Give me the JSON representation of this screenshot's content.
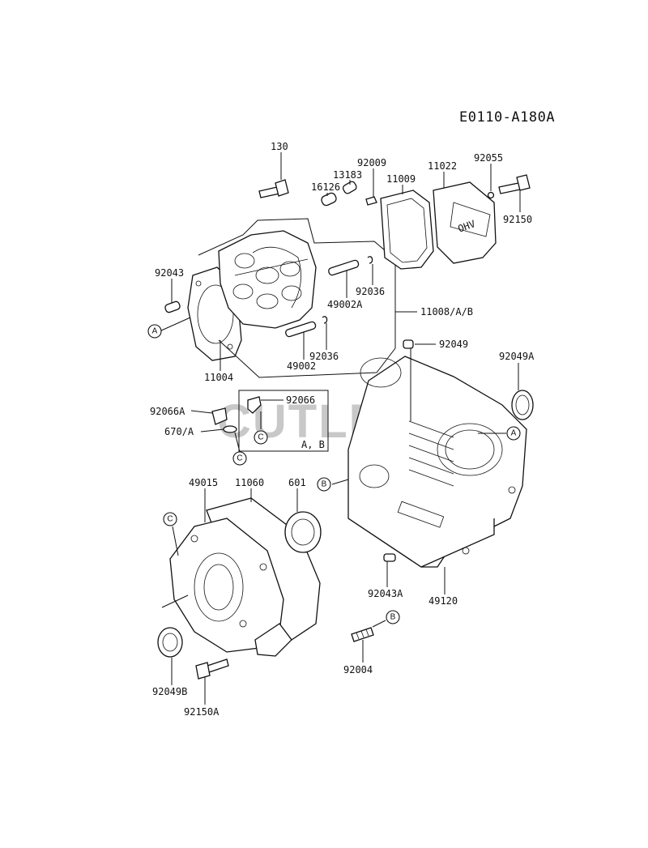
{
  "diagram_code": "E0110-A180A",
  "watermark": "CUTLER",
  "callouts": {
    "A": "A",
    "B": "B",
    "C": "C"
  },
  "parts": {
    "p130": "130",
    "p92009": "92009",
    "p13183": "13183",
    "p16126": "16126",
    "p11009": "11009",
    "p11022": "11022",
    "p92055": "92055",
    "p92150": "92150",
    "p92043": "92043",
    "p92036a": "92036",
    "p49002A": "49002A",
    "p11008AB": "11008/A/B",
    "p92036b": "92036",
    "p49002": "49002",
    "p11004": "11004",
    "p92049": "92049",
    "p92049A": "92049A",
    "p92066A": "92066A",
    "p92066": "92066",
    "p670A": "670/A",
    "pAB": "A, B",
    "p49015": "49015",
    "p11060": "11060",
    "p601": "601",
    "p92043A": "92043A",
    "p49120": "49120",
    "p92004": "92004",
    "p92049B": "92049B",
    "p92150A": "92150A"
  }
}
